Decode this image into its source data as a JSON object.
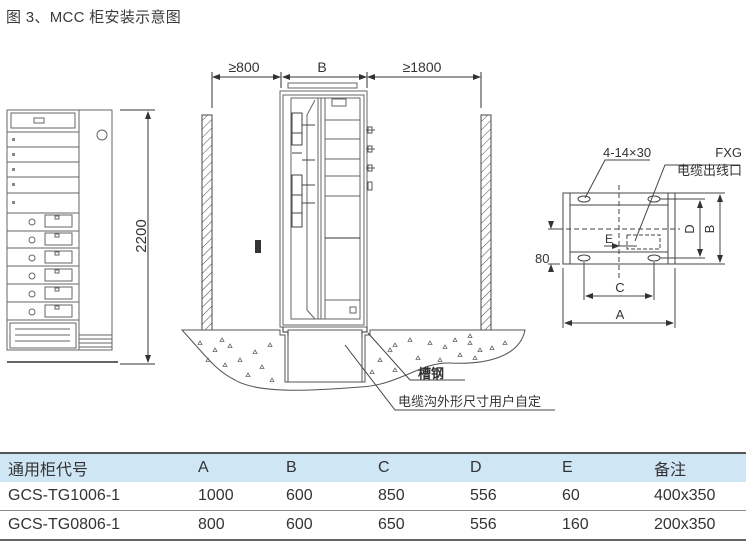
{
  "title": "图 3、MCC 柜安装示意图",
  "front_view": {
    "height_label": "2200"
  },
  "side_view": {
    "left_clearance": "≥800",
    "width_label": "B",
    "right_clearance": "≥1800",
    "channel_steel_label": "槽钢",
    "trench_note": "电缆沟外形尺寸用户自定"
  },
  "base_plan": {
    "hole_spec": "4-14×30",
    "outlet_code": "FXG",
    "outlet_label": "电缆出线口",
    "dim_A": "A",
    "dim_B": "B",
    "dim_C": "C",
    "dim_D": "D",
    "dim_E": "E",
    "dim_80": "80"
  },
  "table": {
    "headers": [
      "通用柜代号",
      "A",
      "B",
      "C",
      "D",
      "E",
      "备注"
    ],
    "rows": [
      [
        "GCS-TG1006-1",
        "1000",
        "600",
        "850",
        "556",
        "60",
        "400x350"
      ],
      [
        "GCS-TG0806-1",
        "800",
        "600",
        "650",
        "556",
        "160",
        "200x350"
      ]
    ]
  },
  "colors": {
    "header_bg": "#cfe6f5",
    "line": "#555555"
  }
}
